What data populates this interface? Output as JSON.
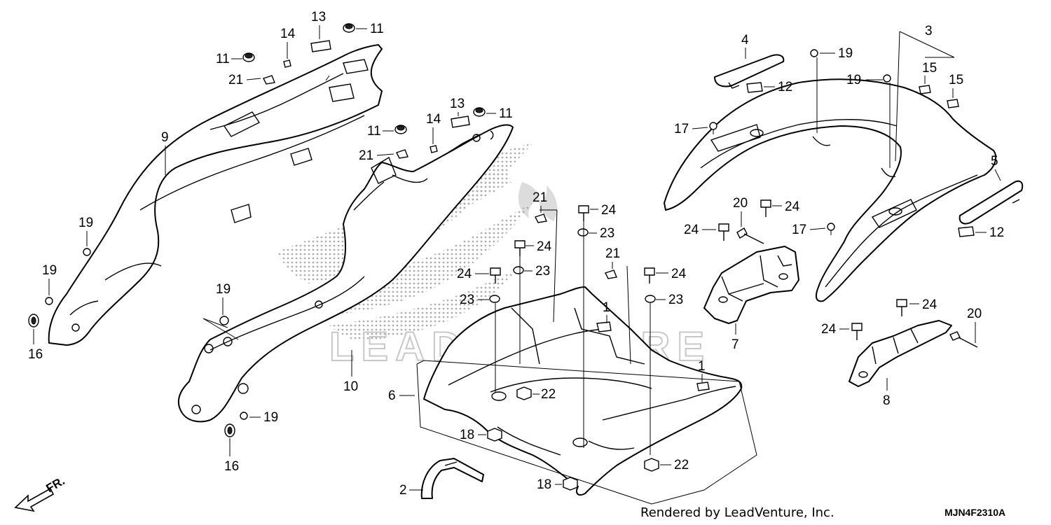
{
  "footer": {
    "rendered_by": "Rendered by LeadVenture, Inc.",
    "diagram_code": "MJN4F2310A"
  },
  "watermark_text": "LEADVENTURE",
  "direction_arrow": {
    "label": "FR.",
    "icon": "front-direction-arrow-icon"
  },
  "callouts": [
    "1",
    "1",
    "2",
    "3",
    "4",
    "5",
    "6",
    "7",
    "8",
    "9",
    "10",
    "11",
    "11",
    "11",
    "11",
    "12",
    "12",
    "13",
    "13",
    "14",
    "14",
    "15",
    "15",
    "16",
    "16",
    "17",
    "17",
    "18",
    "18",
    "19",
    "19",
    "19",
    "19",
    "19",
    "19",
    "20",
    "20",
    "21",
    "21",
    "21",
    "21",
    "22",
    "22",
    "23",
    "23",
    "23",
    "23",
    "24",
    "24",
    "24",
    "24",
    "24",
    "24",
    "24",
    "24"
  ]
}
